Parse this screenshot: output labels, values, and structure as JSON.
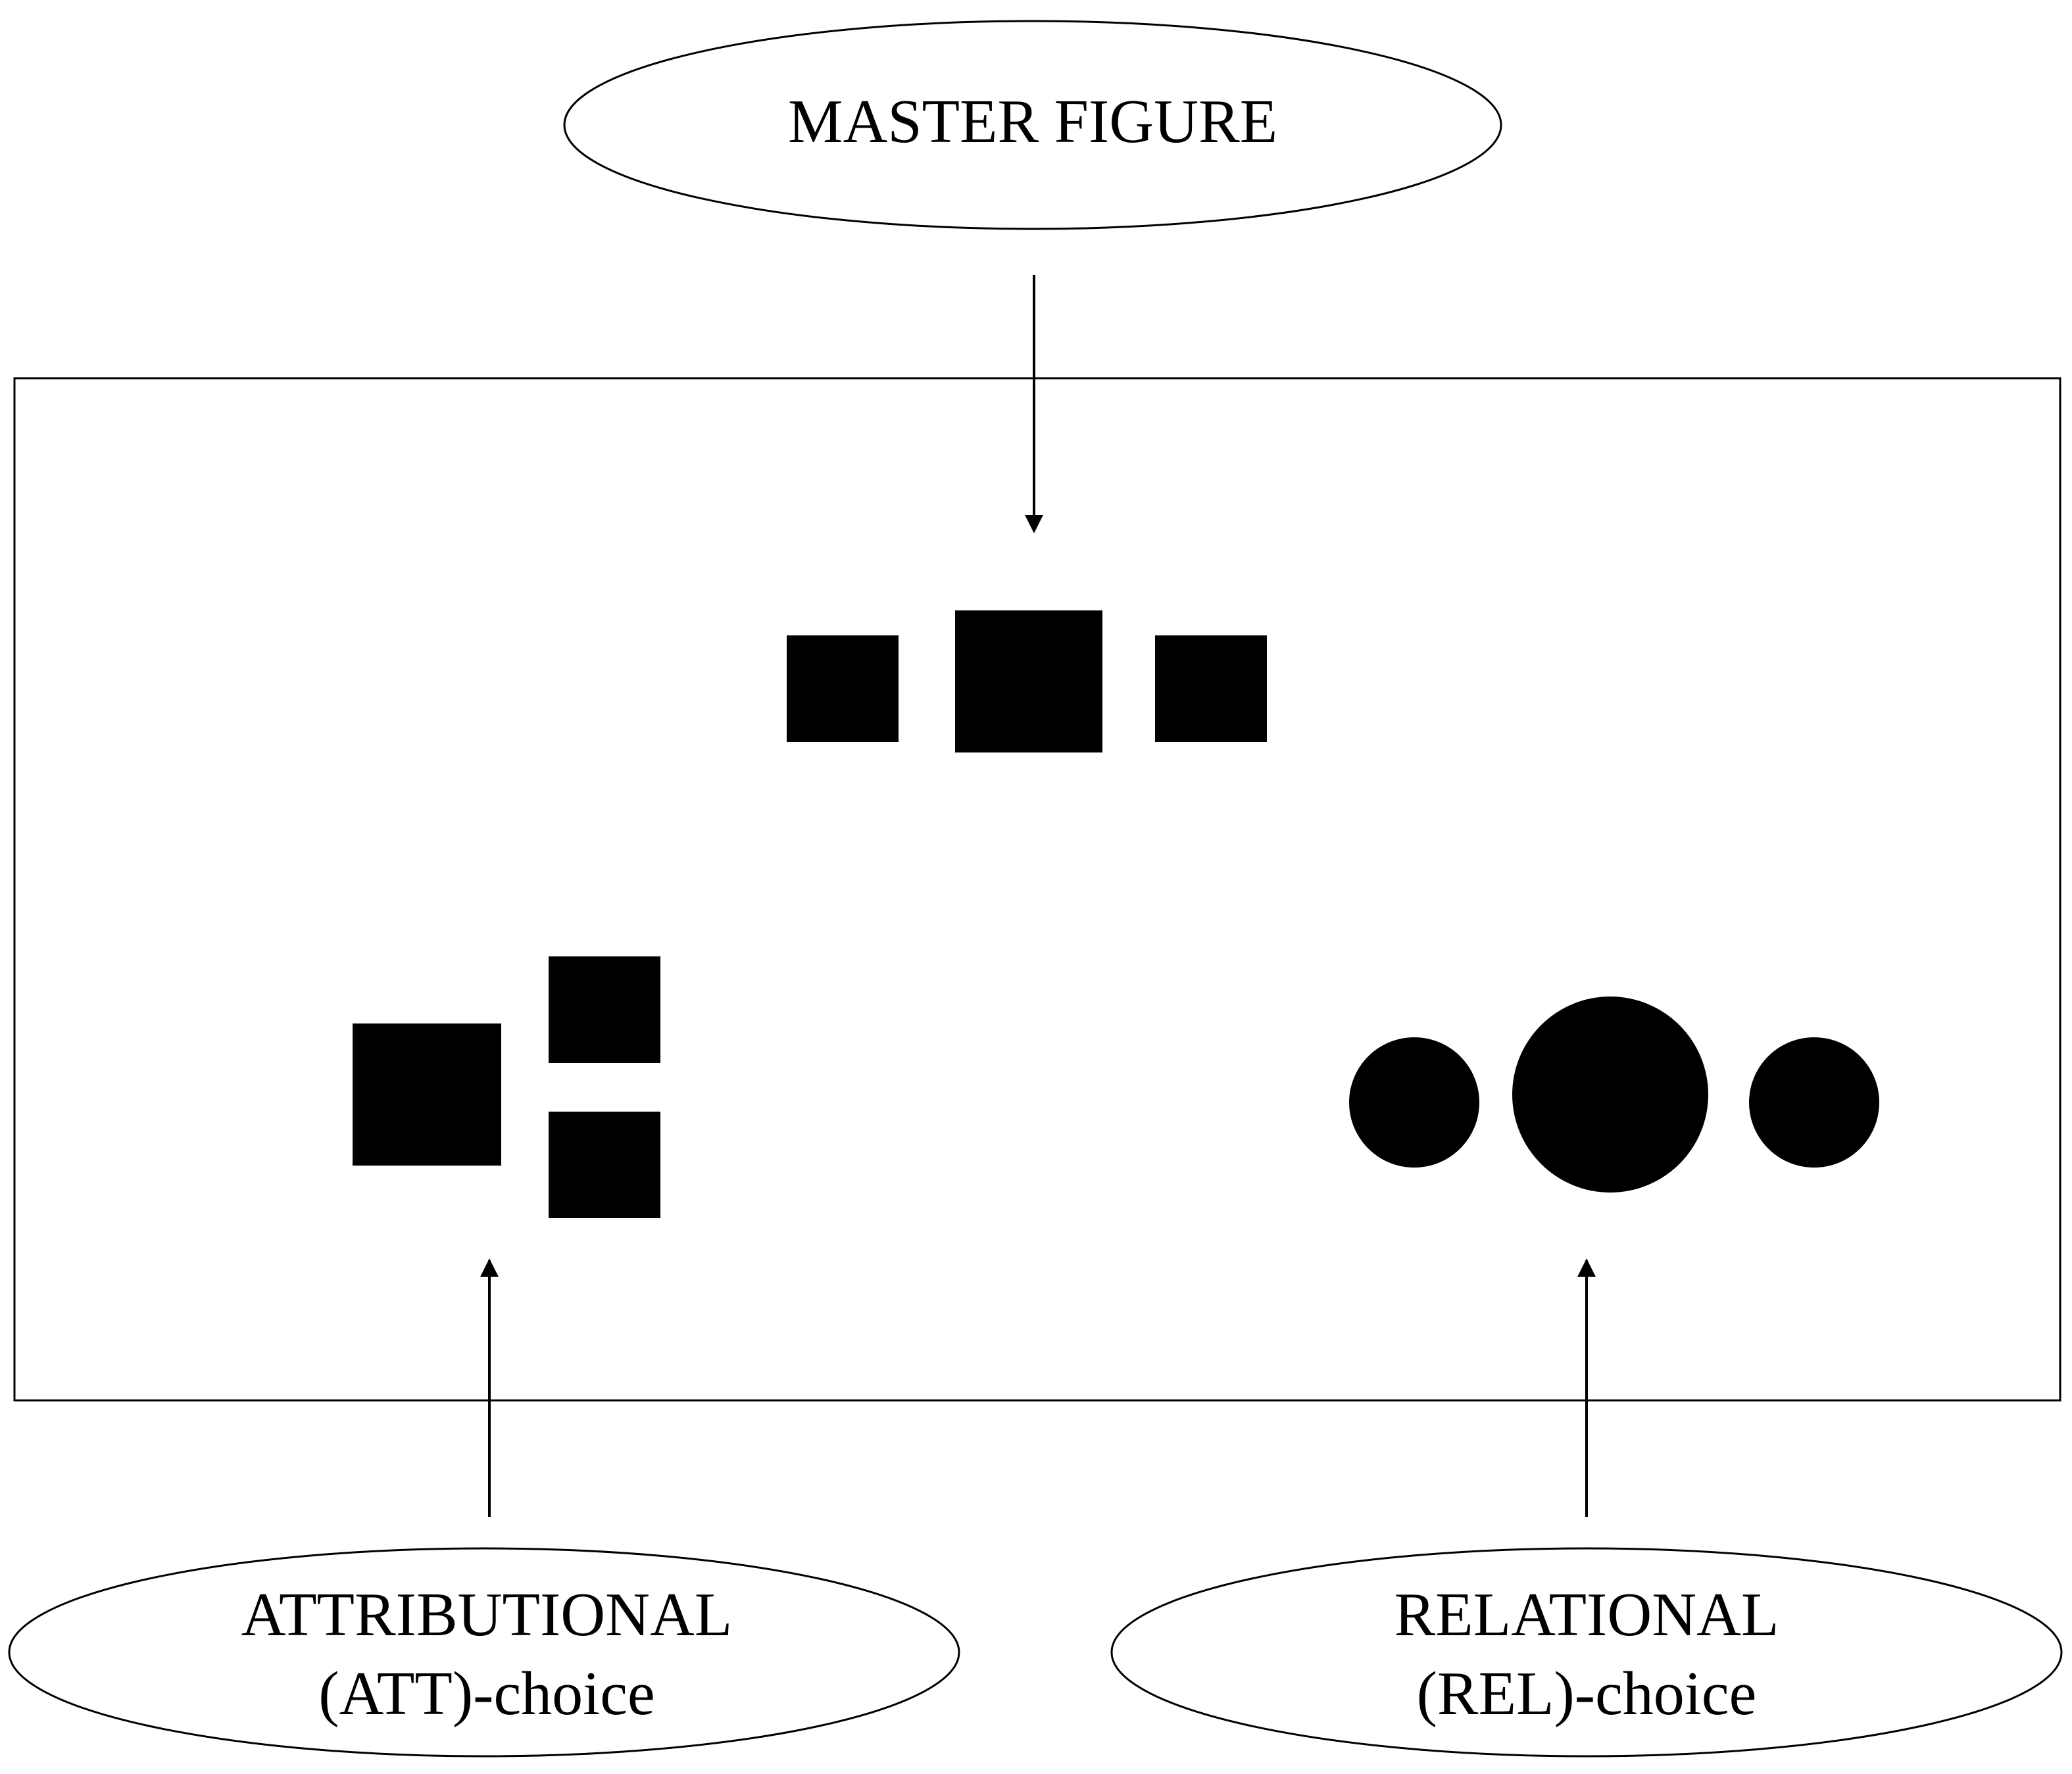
{
  "labels": {
    "master": "MASTER FIGURE",
    "attributional_line1": "ATTRIBUTIONAL",
    "attributional_line2": "(ATT)-choice",
    "relational_line1": "RELATIONAL",
    "relational_line2": "(REL)-choice"
  },
  "colors": {
    "shape_fill": "#000000",
    "line": "#000000",
    "background": "#ffffff"
  }
}
